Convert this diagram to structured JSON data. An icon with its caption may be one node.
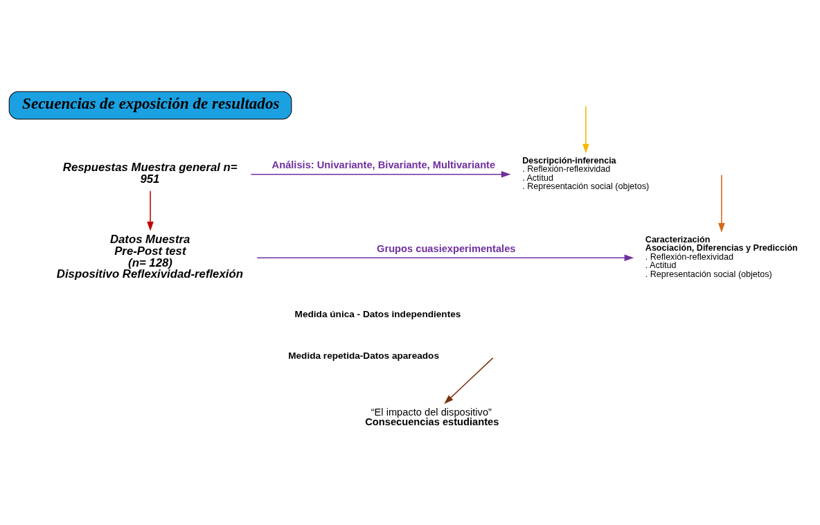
{
  "diagram": {
    "nodes": [
      {
        "text": [
          "Secuencias de exposición de resultados"
        ]
      },
      {
        "text": [
          "Respuestas Muestra general n= 951"
        ]
      },
      {
        "text": [
          "Descripción-inferencia",
          ". Reflexión-reflexividad",
          ". Actitud",
          ". Representación social (objetos)"
        ]
      },
      {
        "text": [
          "Datos Muestra Pre-Post test (n= 128) Dispositivo Reflexividad-reflexión"
        ]
      },
      {
        "text": [
          "Caracterización",
          "Asociación, Diferencias y Predicción",
          ". Reflexión-reflexividad",
          ". Actitud",
          ". Representación social (objetos)"
        ]
      },
      {
        "text": [
          "“El impacto del dispositivo”",
          "Consecuencias estudiantes"
        ]
      }
    ],
    "edges": [
      {
        "from": 1,
        "to": 2,
        "arrow": "to",
        "label": "Análisis: Univariante, Bivariante, Multivariante"
      },
      {
        "from": 1,
        "to": 3,
        "arrow": "to",
        "color": "#c00000"
      },
      {
        "from": null,
        "to": 2,
        "arrow": "to",
        "color": "#f5b800"
      },
      {
        "from": 3,
        "to": 4,
        "arrow": "to",
        "label": "Grupos cuasiexperimentales"
      },
      {
        "from": null,
        "to": 4,
        "arrow": "to",
        "color": "#d46a1a"
      },
      {
        "from": null,
        "to": 5,
        "arrow": "to",
        "color": "#7b3210"
      }
    ],
    "labels": [
      "Medida única - Datos independientes",
      "Medida repetida-Datos apareados"
    ]
  }
}
